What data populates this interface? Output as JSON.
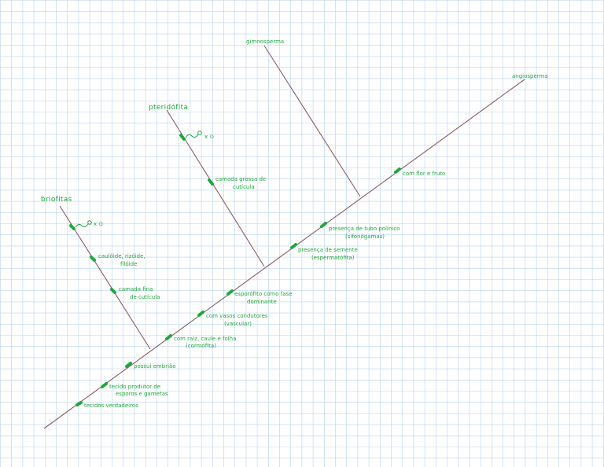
{
  "colors": {
    "grid": "#b9d3f0",
    "branch": "#8a5d5d",
    "ink": "#22a63a"
  },
  "taxa": {
    "briofitas": "briofitas",
    "pteridofita": "pteridófita",
    "gimnosperma": "gimnosperma",
    "angiosperma": "angiosperma"
  },
  "traits": {
    "tecidos_verdadeiros": "tecidos verdadeiros",
    "tecido_produtor_1": "tecido produtor de",
    "tecido_produtor_2": "esporos e gametas",
    "possui_embriao": "possui embrião",
    "raiz_caule_folha_1": "com raiz, caule e folha",
    "raiz_caule_folha_2": "(cormófita)",
    "vasos_1": "com vasos condutores",
    "vasos_2": "(vascular)",
    "esporofito_1": "esporófito como fase",
    "esporofito_2": "dominante",
    "semente_1": "presença de semente",
    "semente_2": "(espermatófita)",
    "tubo_polinico_1": "presença de tubo polínico",
    "tubo_polinico_2": "(sifonógamas)",
    "flor_fruto": "com flor e fruto",
    "brio_cauloide_1": "caulóide, rizóide,",
    "brio_cauloide_2": "filóide",
    "brio_cuticula_1": "camada fina",
    "brio_cuticula_2": "de cutícula",
    "brio_gamete": "x ⊙",
    "pter_cuticula_1": "camada grossa de",
    "pter_cuticula_2": "cutícula",
    "pter_gamete": "x ⊙"
  }
}
